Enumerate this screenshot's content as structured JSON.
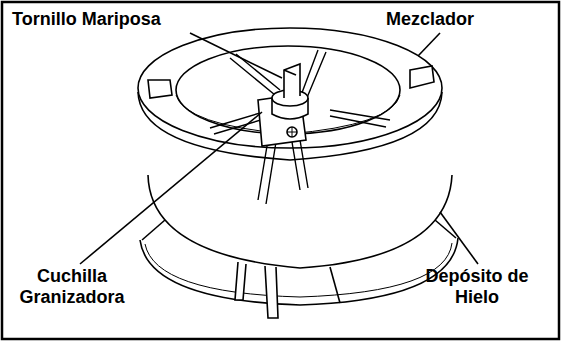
{
  "diagram": {
    "labels": [
      "Tornillo Mariposa",
      "Mezclador",
      "Cuchilla Granizadora",
      "Depósito de Hielo"
    ]
  }
}
